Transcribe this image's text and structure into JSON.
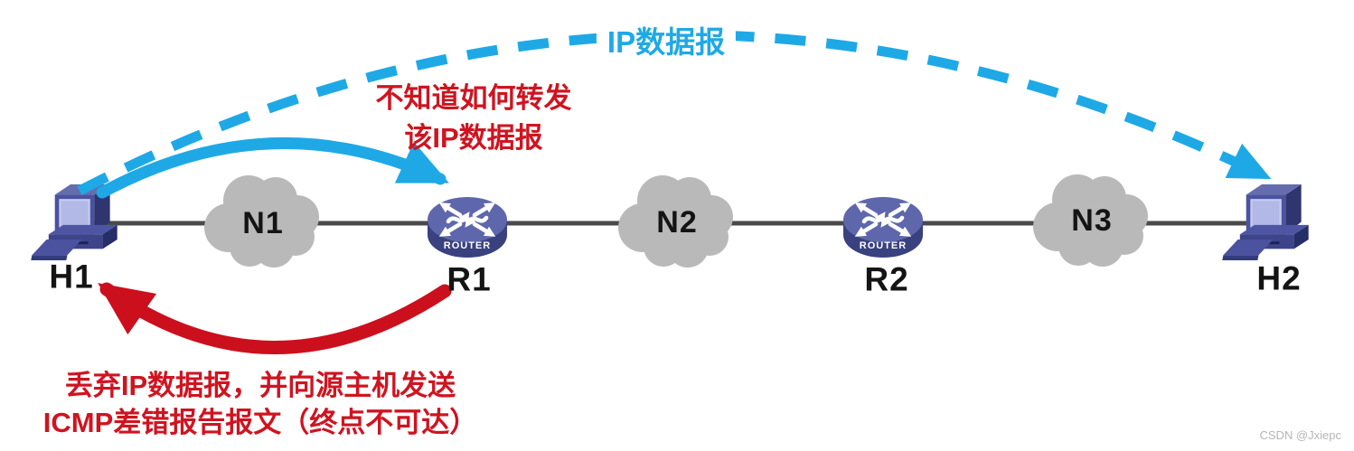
{
  "colors": {
    "cyan_arrow": "#1ea9e6",
    "red_arrow": "#cc0f1d",
    "red_text": "#cf1420",
    "cloud_gray": "#b9b9b9",
    "link_line": "#4a4a4a",
    "router_body_top": "#5f67ac",
    "router_body_side": "#39417e",
    "host_body": "#4b53a0",
    "label_text": "#141414"
  },
  "nodes": {
    "h1": {
      "label": "H1",
      "type": "host"
    },
    "n1": {
      "label": "N1",
      "type": "network-cloud"
    },
    "r1": {
      "label": "R1",
      "type": "router",
      "device_text": "ROUTER"
    },
    "n2": {
      "label": "N2",
      "type": "network-cloud"
    },
    "r2": {
      "label": "R2",
      "type": "router",
      "device_text": "ROUTER"
    },
    "n3": {
      "label": "N3",
      "type": "network-cloud"
    },
    "h2": {
      "label": "H2",
      "type": "host"
    }
  },
  "annotations": {
    "ip_datagram": "IP数据报",
    "r1_note_line1": "不知道如何转发",
    "r1_note_line2": "该IP数据报",
    "bottom_note_line1": "丢弃IP数据报，并向源主机发送",
    "bottom_note_line2": "ICMP差错报告报文（终点不可达）"
  },
  "watermark": "CSDN @Jxiepc"
}
